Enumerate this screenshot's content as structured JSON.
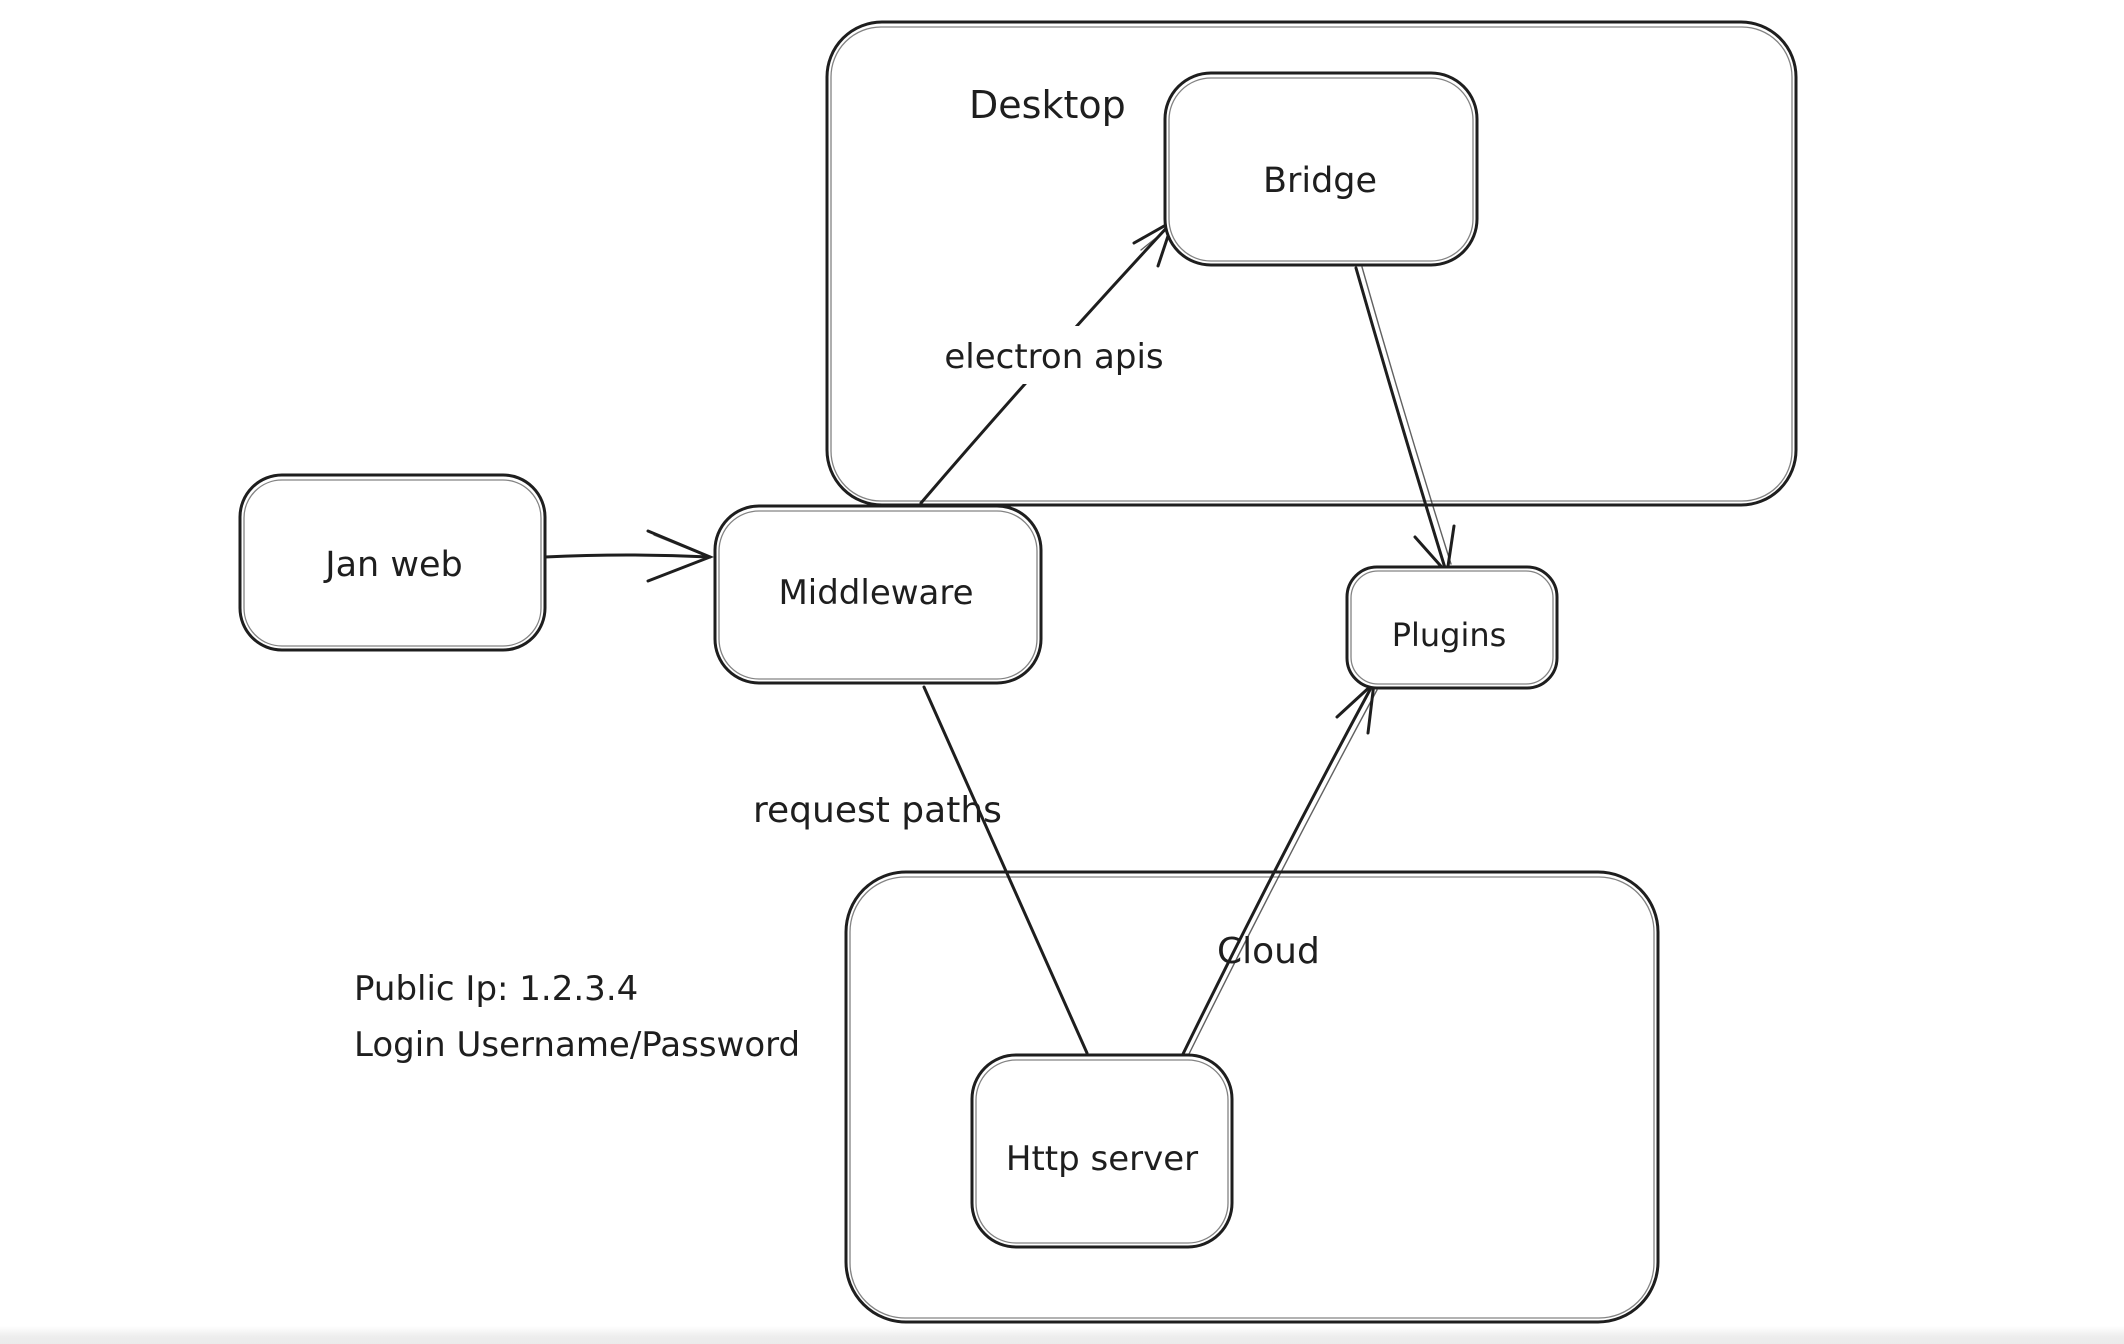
{
  "canvas": {
    "background": "#ffffff",
    "stroke_color": "#1e1e1e",
    "bottom_fade_color": "#ececec"
  },
  "containers": [
    {
      "id": "desktop",
      "label": "Desktop"
    },
    {
      "id": "cloud",
      "label": "Cloud"
    }
  ],
  "nodes": [
    {
      "id": "jan-web",
      "label": "Jan web"
    },
    {
      "id": "middleware",
      "label": "Middleware"
    },
    {
      "id": "bridge",
      "label": "Bridge"
    },
    {
      "id": "plugins",
      "label": "Plugins"
    },
    {
      "id": "http-server",
      "label": "Http server"
    }
  ],
  "edges": [
    {
      "id": "janweb-to-middleware",
      "from": "Jan web",
      "to": "Middleware",
      "label": ""
    },
    {
      "id": "middleware-to-bridge",
      "from": "Middleware",
      "to": "Bridge",
      "label": "electron apis"
    },
    {
      "id": "bridge-to-plugins",
      "from": "Bridge",
      "to": "Plugins",
      "label": ""
    },
    {
      "id": "middleware-to-httpserver",
      "from": "Middleware",
      "to": "Http server",
      "label": "request paths"
    },
    {
      "id": "httpserver-to-plugins",
      "from": "Http server",
      "to": "Plugins",
      "label": ""
    }
  ],
  "annotation": {
    "line1": "Public Ip: 1.2.3.4",
    "line2": "Login Username/Password"
  }
}
